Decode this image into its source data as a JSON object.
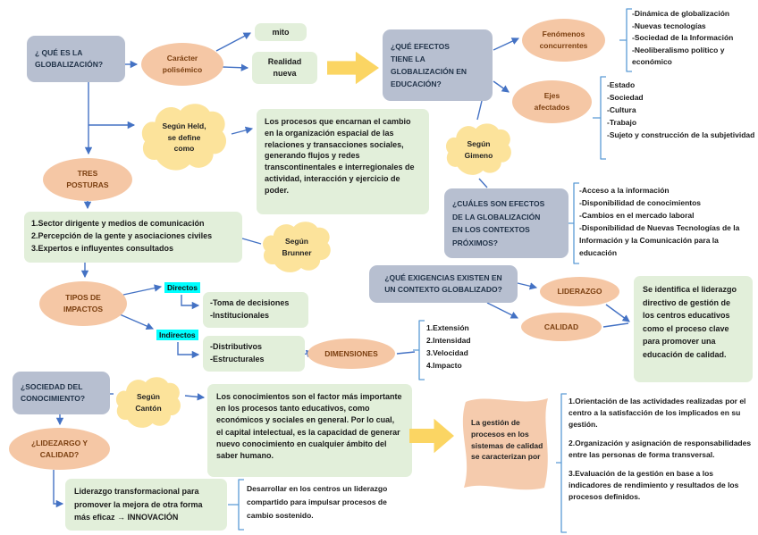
{
  "colors": {
    "blue_box": "#B7BFD0",
    "blue_box_text": "#1F3147",
    "ellipse_fill": "#F5C7A5",
    "ellipse_text": "#7B3F10",
    "cloud_fill": "#FCE39B",
    "green_box": "#E2EFDA",
    "cyan_highlight": "#00FFFF",
    "big_arrow_yellow": "#FBD563",
    "wave_salmon": "#F5CBAD",
    "connector_blue": "#4472C4",
    "bracket_blue": "#5B9BD5"
  },
  "nodes": {
    "what_is": "¿ QUÉ ES LA\nGLOBALIZACIÓN?",
    "caracter": "Carácter\npolisémico",
    "mito": "mito",
    "realidad": "Realidad\nnueva",
    "tres_posturas": "TRES\nPOSTURAS",
    "tipos_impactos": "TIPOS DE\nIMPACTOS",
    "directos": "Directos",
    "indirectos": "Indirectos",
    "dimensiones": "DIMENSIONES",
    "efectos": "¿QUÉ EFECTOS\nTIENE LA\nGLOBALIZACIÓN EN\nEDUCACIÓN?",
    "fenomenos": "Fenómenos\nconcurrentes",
    "ejes": "Ejes\nafectados",
    "cuales": "¿CUÁLES SON EFECTOS\nDE LA GLOBALIZACIÓN\nEN LOS CONTEXTOS\nPRÓXIMOS?",
    "exigencias": "¿QUÉ EXIGENCIAS EXISTEN EN\nUN CONTEXTO GLOBALIZADO?",
    "liderazgo": "LIDERAZGO",
    "calidad": "CALIDAD",
    "sociedad": "¿SOCIEDAD DEL\nCONOCIMIENTO?",
    "lidezargo": "¿LIDEZARGO Y\nCALIDAD?"
  },
  "clouds": {
    "held": {
      "pre": "Según ",
      "bold": "Held,",
      "post": "se define\ncomo"
    },
    "brunner": {
      "pre": "Según",
      "bold": "Brunner"
    },
    "gimeno": {
      "pre": "Según",
      "bold": "Gimeno"
    },
    "canton": {
      "pre": "Según",
      "bold": "Cantón"
    }
  },
  "lists": {
    "posturas": [
      "1.Sector dirigente y medios de comunicación",
      "2.Percepción de la gente y asociaciones civiles",
      "3.Expertos e influyentes consultados"
    ],
    "directos_items": [
      "-Toma de decisiones",
      "-Institucionales"
    ],
    "indirectos_items": [
      "-Distributivos",
      "-Estructurales"
    ],
    "dimensiones_items": [
      "1.Extensión",
      "2.Intensidad",
      "3.Velocidad",
      "4.Impacto"
    ],
    "fenomenos_items": [
      "-Dinámica de globalización",
      "-Nuevas tecnologías",
      "-Sociedad de la Información",
      "-Neoliberalismo político y económico"
    ],
    "ejes_items": [
      "-Estado",
      "-Sociedad",
      "-Cultura",
      "-Trabajo",
      "-Sujeto y construcción de la subjetividad"
    ],
    "contextos_items": [
      "-Acceso a la información",
      "-Disponibilidad de conocimientos",
      "-Cambios en el mercado laboral",
      "-Disponibilidad de Nuevas Tecnologías de la Información y la Comunicación para la educación"
    ],
    "gestion_items": [
      "1.Orientación de las actividades realizadas por el centro a la satisfacción de los implicados en su gestión.",
      "2.Organización y asignación de responsabilidades entre las personas de forma transversal.",
      "3.Evaluación de la gestión en base a los indicadores de rendimiento y resultados de los procesos definidos."
    ]
  },
  "texts": {
    "definicion_held": "Los procesos que encarnan el cambio en la organización espacial de las relaciones y transacciones sociales, generando flujos y redes transcontinentales e interregionales de actividad, interacción y ejercicio de poder.",
    "conocimientos": "Los conocimientos son el factor más importante en los procesos tanto educativos, como económicos y sociales en general. Por lo cual, el capital intelectual, es la capacidad de generar nuevo conocimiento en cualquier ámbito del saber humano.",
    "se_identifica": "Se identifica el liderazgo directivo de gestión de los centros educativos como el proceso clave para promover una educación de calidad.",
    "transf_pre": "Liderazgo transformacional para promover la mejora de otra forma más eficaz → ",
    "transf_bold": "INNOVACIÓN",
    "desarrollar": "Desarrollar en los centros un liderazgo compartido para impulsar procesos de cambio sostenido.",
    "gestion_bold": "La gestión de procesos",
    "gestion_rest": " en los sistemas de calidad se caracterizan por"
  }
}
